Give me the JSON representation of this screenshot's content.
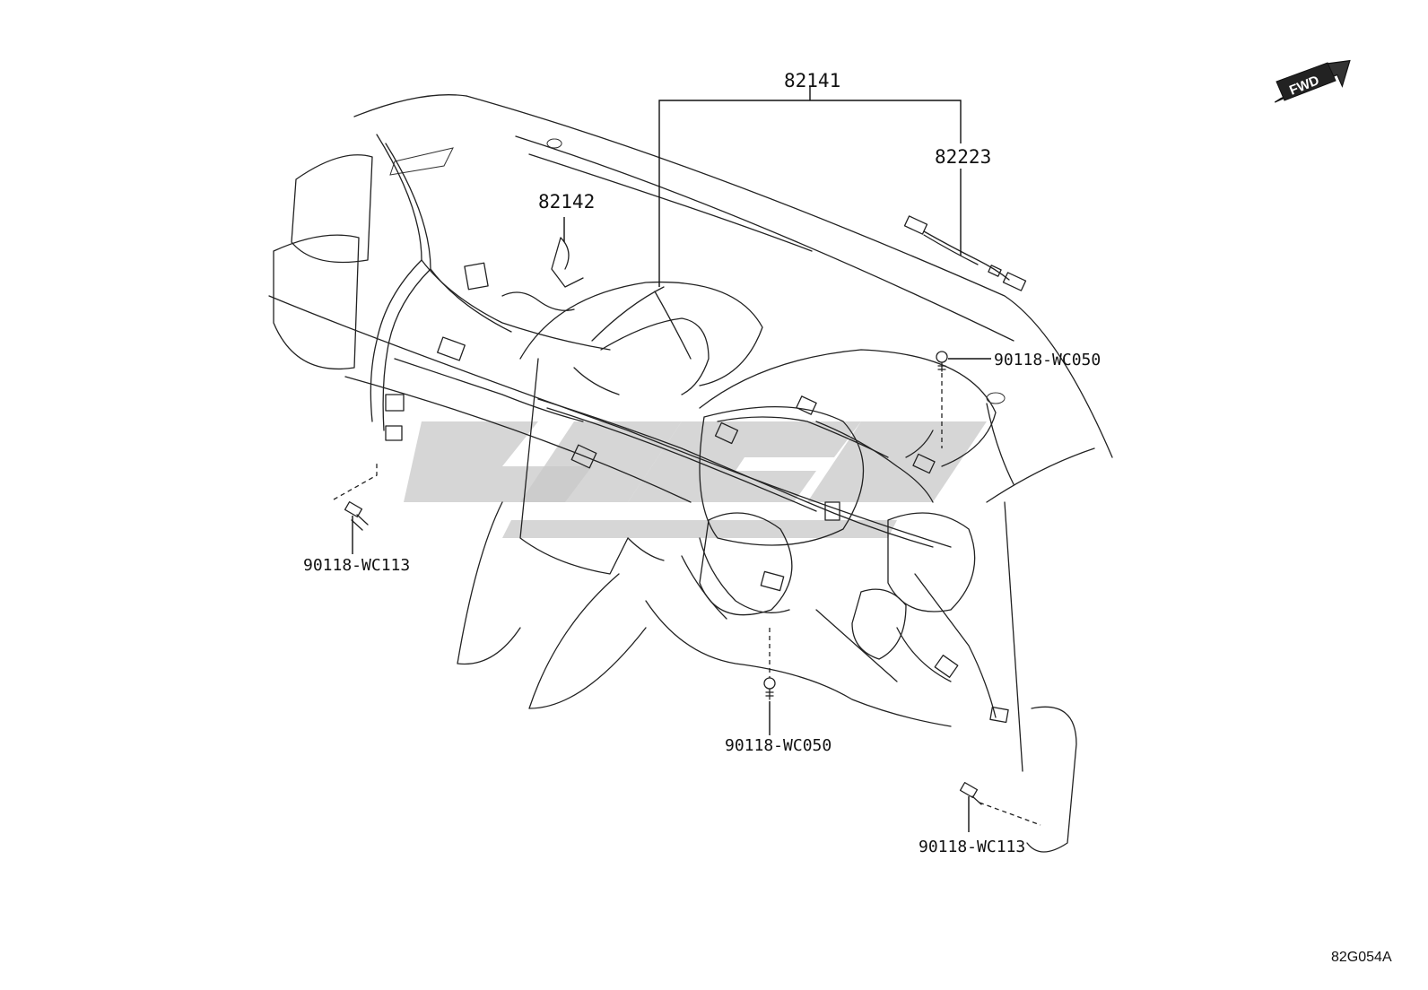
{
  "diagram": {
    "drawing_code": "82G054A",
    "fwd_arrow": "FWD",
    "colors": {
      "line": "#222222",
      "watermark": "#c8c8c8",
      "background": "#ffffff"
    },
    "parts": [
      {
        "id": "p1",
        "number": "82141"
      },
      {
        "id": "p2",
        "number": "82223"
      },
      {
        "id": "p3",
        "number": "82142"
      },
      {
        "id": "p4",
        "number": "90118-WC050"
      },
      {
        "id": "p5",
        "number": "90118-WC113"
      },
      {
        "id": "p6",
        "number": "90118-WC050"
      },
      {
        "id": "p7",
        "number": "90118-WC113"
      }
    ]
  }
}
